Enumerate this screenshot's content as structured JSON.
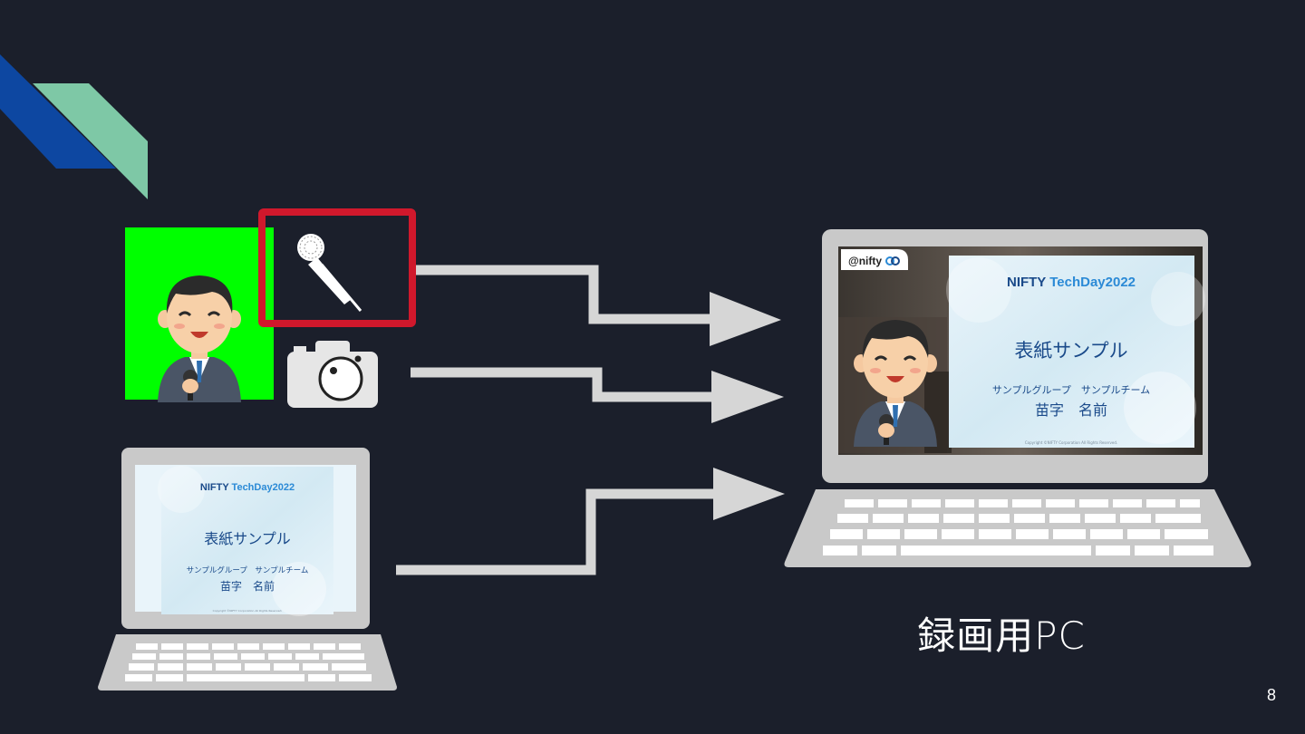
{
  "slide": {
    "page_number": "8",
    "caption": "録画用PC"
  },
  "source_laptop": {
    "brand": "NIFTY",
    "event": "TechDay",
    "year": "2022",
    "title": "表紙サンプル",
    "subtitle": "サンプルグループ　サンプルチーム",
    "name": "苗字　名前",
    "copyright": "Copyright ©NIFTY Corporation All Rights Reserved."
  },
  "recording_pc": {
    "logo": "@nifty",
    "brand": "NIFTY",
    "event": "TechDay",
    "year": "2022",
    "title": "表紙サンプル",
    "subtitle": "サンプルグループ　サンプルチーム",
    "name": "苗字　名前",
    "copyright": "Copyright ©NIFTY Corporation All Rights Reserved."
  },
  "icons": {
    "microphone": "microphone-icon",
    "camera": "camera-icon",
    "presenter": "presenter-illustration",
    "laptop": "laptop-icon"
  },
  "colors": {
    "background": "#1b1f2b",
    "green_screen": "#00ff00",
    "highlight_box": "#d0182c",
    "arrow": "#d6d6d6",
    "laptop_body": "#c9c9c9",
    "deco_blue": "#0d47a1",
    "deco_green": "#7ec8a6"
  }
}
